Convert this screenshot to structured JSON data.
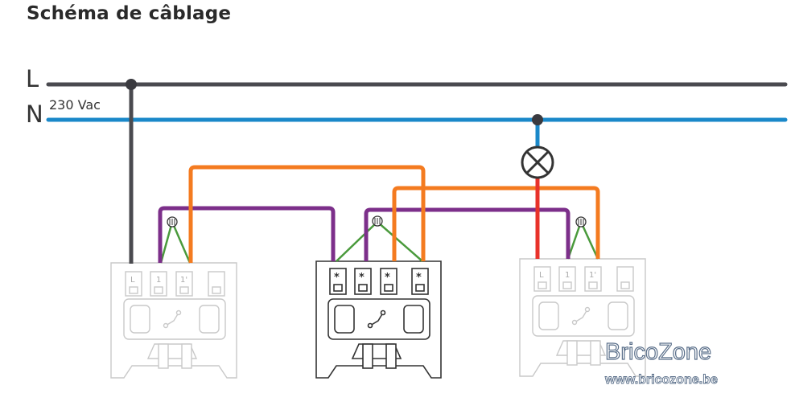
{
  "title": "Schéma de câblage",
  "lines": {
    "live_label": "L",
    "neutral_label": "N",
    "voltage": "230 Vac"
  },
  "switches": {
    "left_terminals": [
      "L",
      "1",
      "1'",
      ""
    ],
    "middle_terminals": [
      "*",
      "*",
      "*",
      "*"
    ],
    "right_terminals": [
      "L",
      "1",
      "1'",
      ""
    ]
  },
  "watermark": {
    "brand": "BricoZone",
    "url": "www.bricozone.be"
  },
  "colors": {
    "live": "#4a4a4f",
    "neutral": "#1a88c9",
    "traveler_purple": "#7c2f8a",
    "traveler_orange": "#f47b20",
    "lamp_red": "#e8322a",
    "earth_green": "#4a9a3c"
  }
}
